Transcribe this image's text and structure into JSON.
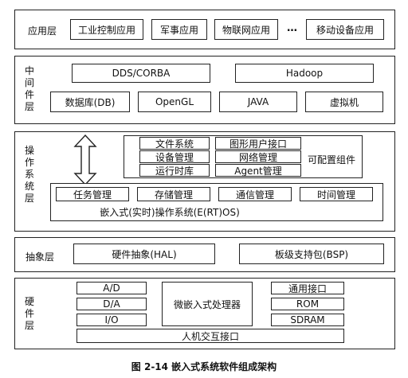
{
  "app_layer": {
    "label": "应用层",
    "items": [
      "工业控制应用",
      "军事应用",
      "物联网应用",
      "移动设备应用"
    ],
    "ellipsis": "…"
  },
  "middleware_layer": {
    "label": "中间件层",
    "row1": [
      "DDS/CORBA",
      "Hadoop"
    ],
    "row2": [
      "数据库(DB)",
      "OpenGL",
      "JAVA",
      "虚拟机"
    ]
  },
  "os_layer": {
    "label": "操作系统层",
    "components": [
      "文件系统",
      "图形用户接口",
      "设备管理",
      "网络管理",
      "运行时库",
      "Agent管理"
    ],
    "configurable_label": "可配置组件",
    "kernel_items": [
      "任务管理",
      "存储管理",
      "通信管理",
      "时间管理"
    ],
    "kernel_label": "嵌入式(实时)操作系统(E(RT)OS)"
  },
  "abstraction_layer": {
    "label": "抽象层",
    "items": [
      "硬件抽象(HAL)",
      "板级支持包(BSP)"
    ]
  },
  "hardware_layer": {
    "label": "硬件层",
    "left": [
      "A/D",
      "D/A",
      "I/O"
    ],
    "processor": "微嵌入式处理器",
    "right": [
      "通用接口",
      "ROM",
      "SDRAM"
    ],
    "hmi": "人机交互接口"
  },
  "caption": "图 2-14   嵌入式系统软件组成架构"
}
